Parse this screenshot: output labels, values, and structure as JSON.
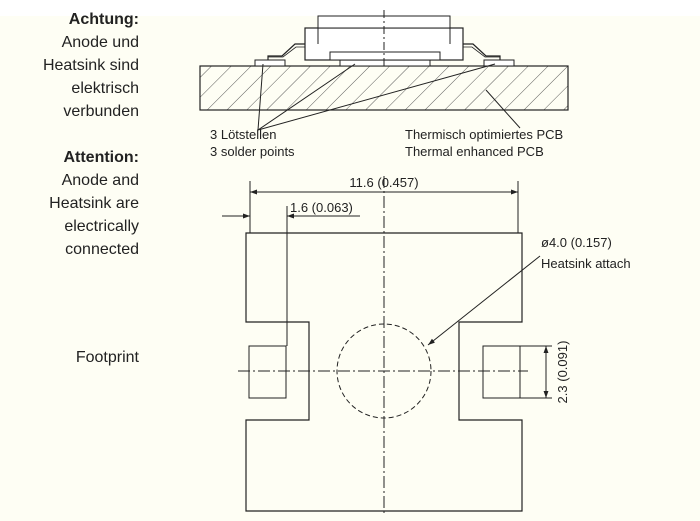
{
  "notes": {
    "german": {
      "heading": "Achtung:",
      "lines": [
        "Anode und",
        "Heatsink sind",
        "elektrisch",
        "verbunden"
      ]
    },
    "english": {
      "heading": "Attention:",
      "lines": [
        "Anode and",
        "Heatsink are",
        "electrically",
        "connected"
      ]
    },
    "footprint": "Footprint"
  },
  "cross_section": {
    "solder_label": [
      "3 Lötstellen",
      "3 solder points"
    ],
    "pcb_label": [
      "Thermisch optimiertes PCB",
      "Thermal enhanced PCB"
    ]
  },
  "dimensions": {
    "overall_width": "11.6 (0.457)",
    "pad_width": "1.6 (0.063)",
    "heatsink_diameter": "ø4.0 (0.157)",
    "heatsink_label": "Heatsink attach",
    "pad_height": "2.3 (0.091)"
  }
}
